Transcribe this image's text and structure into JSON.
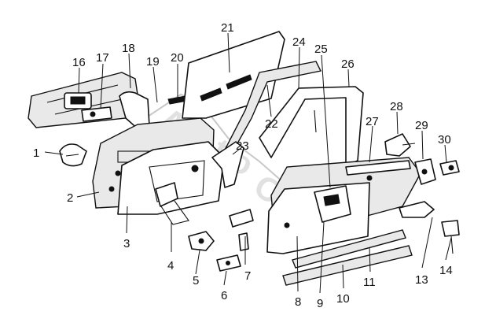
{
  "diagram": {
    "callouts": [
      {
        "id": "1",
        "label": "1"
      },
      {
        "id": "2",
        "label": "2"
      },
      {
        "id": "3",
        "label": "3"
      },
      {
        "id": "4",
        "label": "4"
      },
      {
        "id": "5",
        "label": "5"
      },
      {
        "id": "6",
        "label": "6"
      },
      {
        "id": "7",
        "label": "7"
      },
      {
        "id": "8",
        "label": "8"
      },
      {
        "id": "9",
        "label": "9"
      },
      {
        "id": "10",
        "label": "10"
      },
      {
        "id": "11",
        "label": "11"
      },
      {
        "id": "13",
        "label": "13"
      },
      {
        "id": "14",
        "label": "14"
      },
      {
        "id": "16",
        "label": "16"
      },
      {
        "id": "17",
        "label": "17"
      },
      {
        "id": "18",
        "label": "18"
      },
      {
        "id": "19",
        "label": "19"
      },
      {
        "id": "20",
        "label": "20"
      },
      {
        "id": "21",
        "label": "21"
      },
      {
        "id": "22",
        "label": "22"
      },
      {
        "id": "23",
        "label": "23"
      },
      {
        "id": "24",
        "label": "24"
      },
      {
        "id": "25",
        "label": "25"
      },
      {
        "id": "26",
        "label": "26"
      },
      {
        "id": "27",
        "label": "27"
      },
      {
        "id": "28",
        "label": "28"
      },
      {
        "id": "29",
        "label": "29"
      },
      {
        "id": "30",
        "label": "30"
      }
    ],
    "watermark": "Auto OS"
  }
}
